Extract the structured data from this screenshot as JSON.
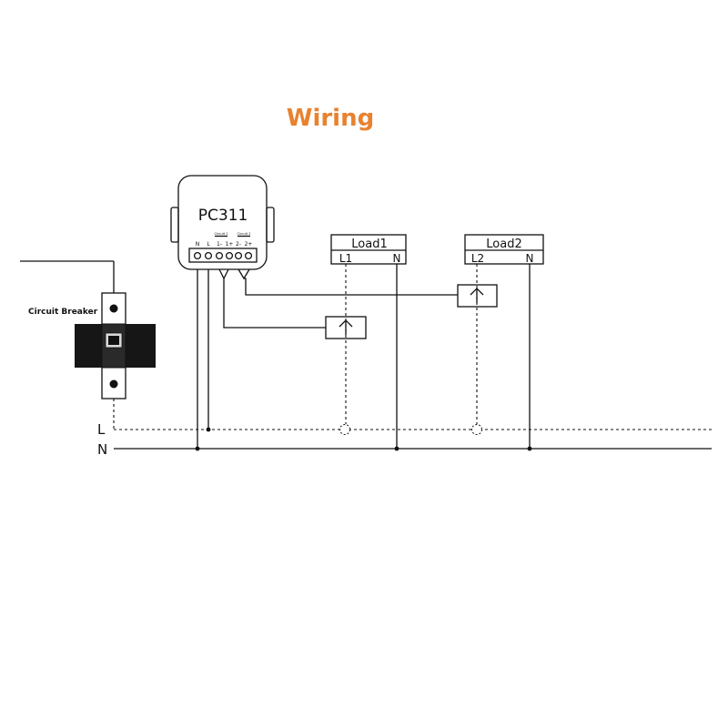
{
  "title": "Wiring",
  "colors": {
    "title": "#e8822f",
    "line": "#111111",
    "breaker_body": "#161616"
  },
  "device": {
    "name": "PC311",
    "terminals": [
      "N",
      "L",
      "1-",
      "1+",
      "2-",
      "2+"
    ],
    "circuit1": "Circuit 1",
    "circuit2": "Circuit 2"
  },
  "breaker_label": "Circuit Breaker",
  "loads": [
    {
      "name": "Load1",
      "l": "L1",
      "n": "N"
    },
    {
      "name": "Load2",
      "l": "L2",
      "n": "N"
    }
  ],
  "bus": {
    "l": "L",
    "n": "N"
  }
}
